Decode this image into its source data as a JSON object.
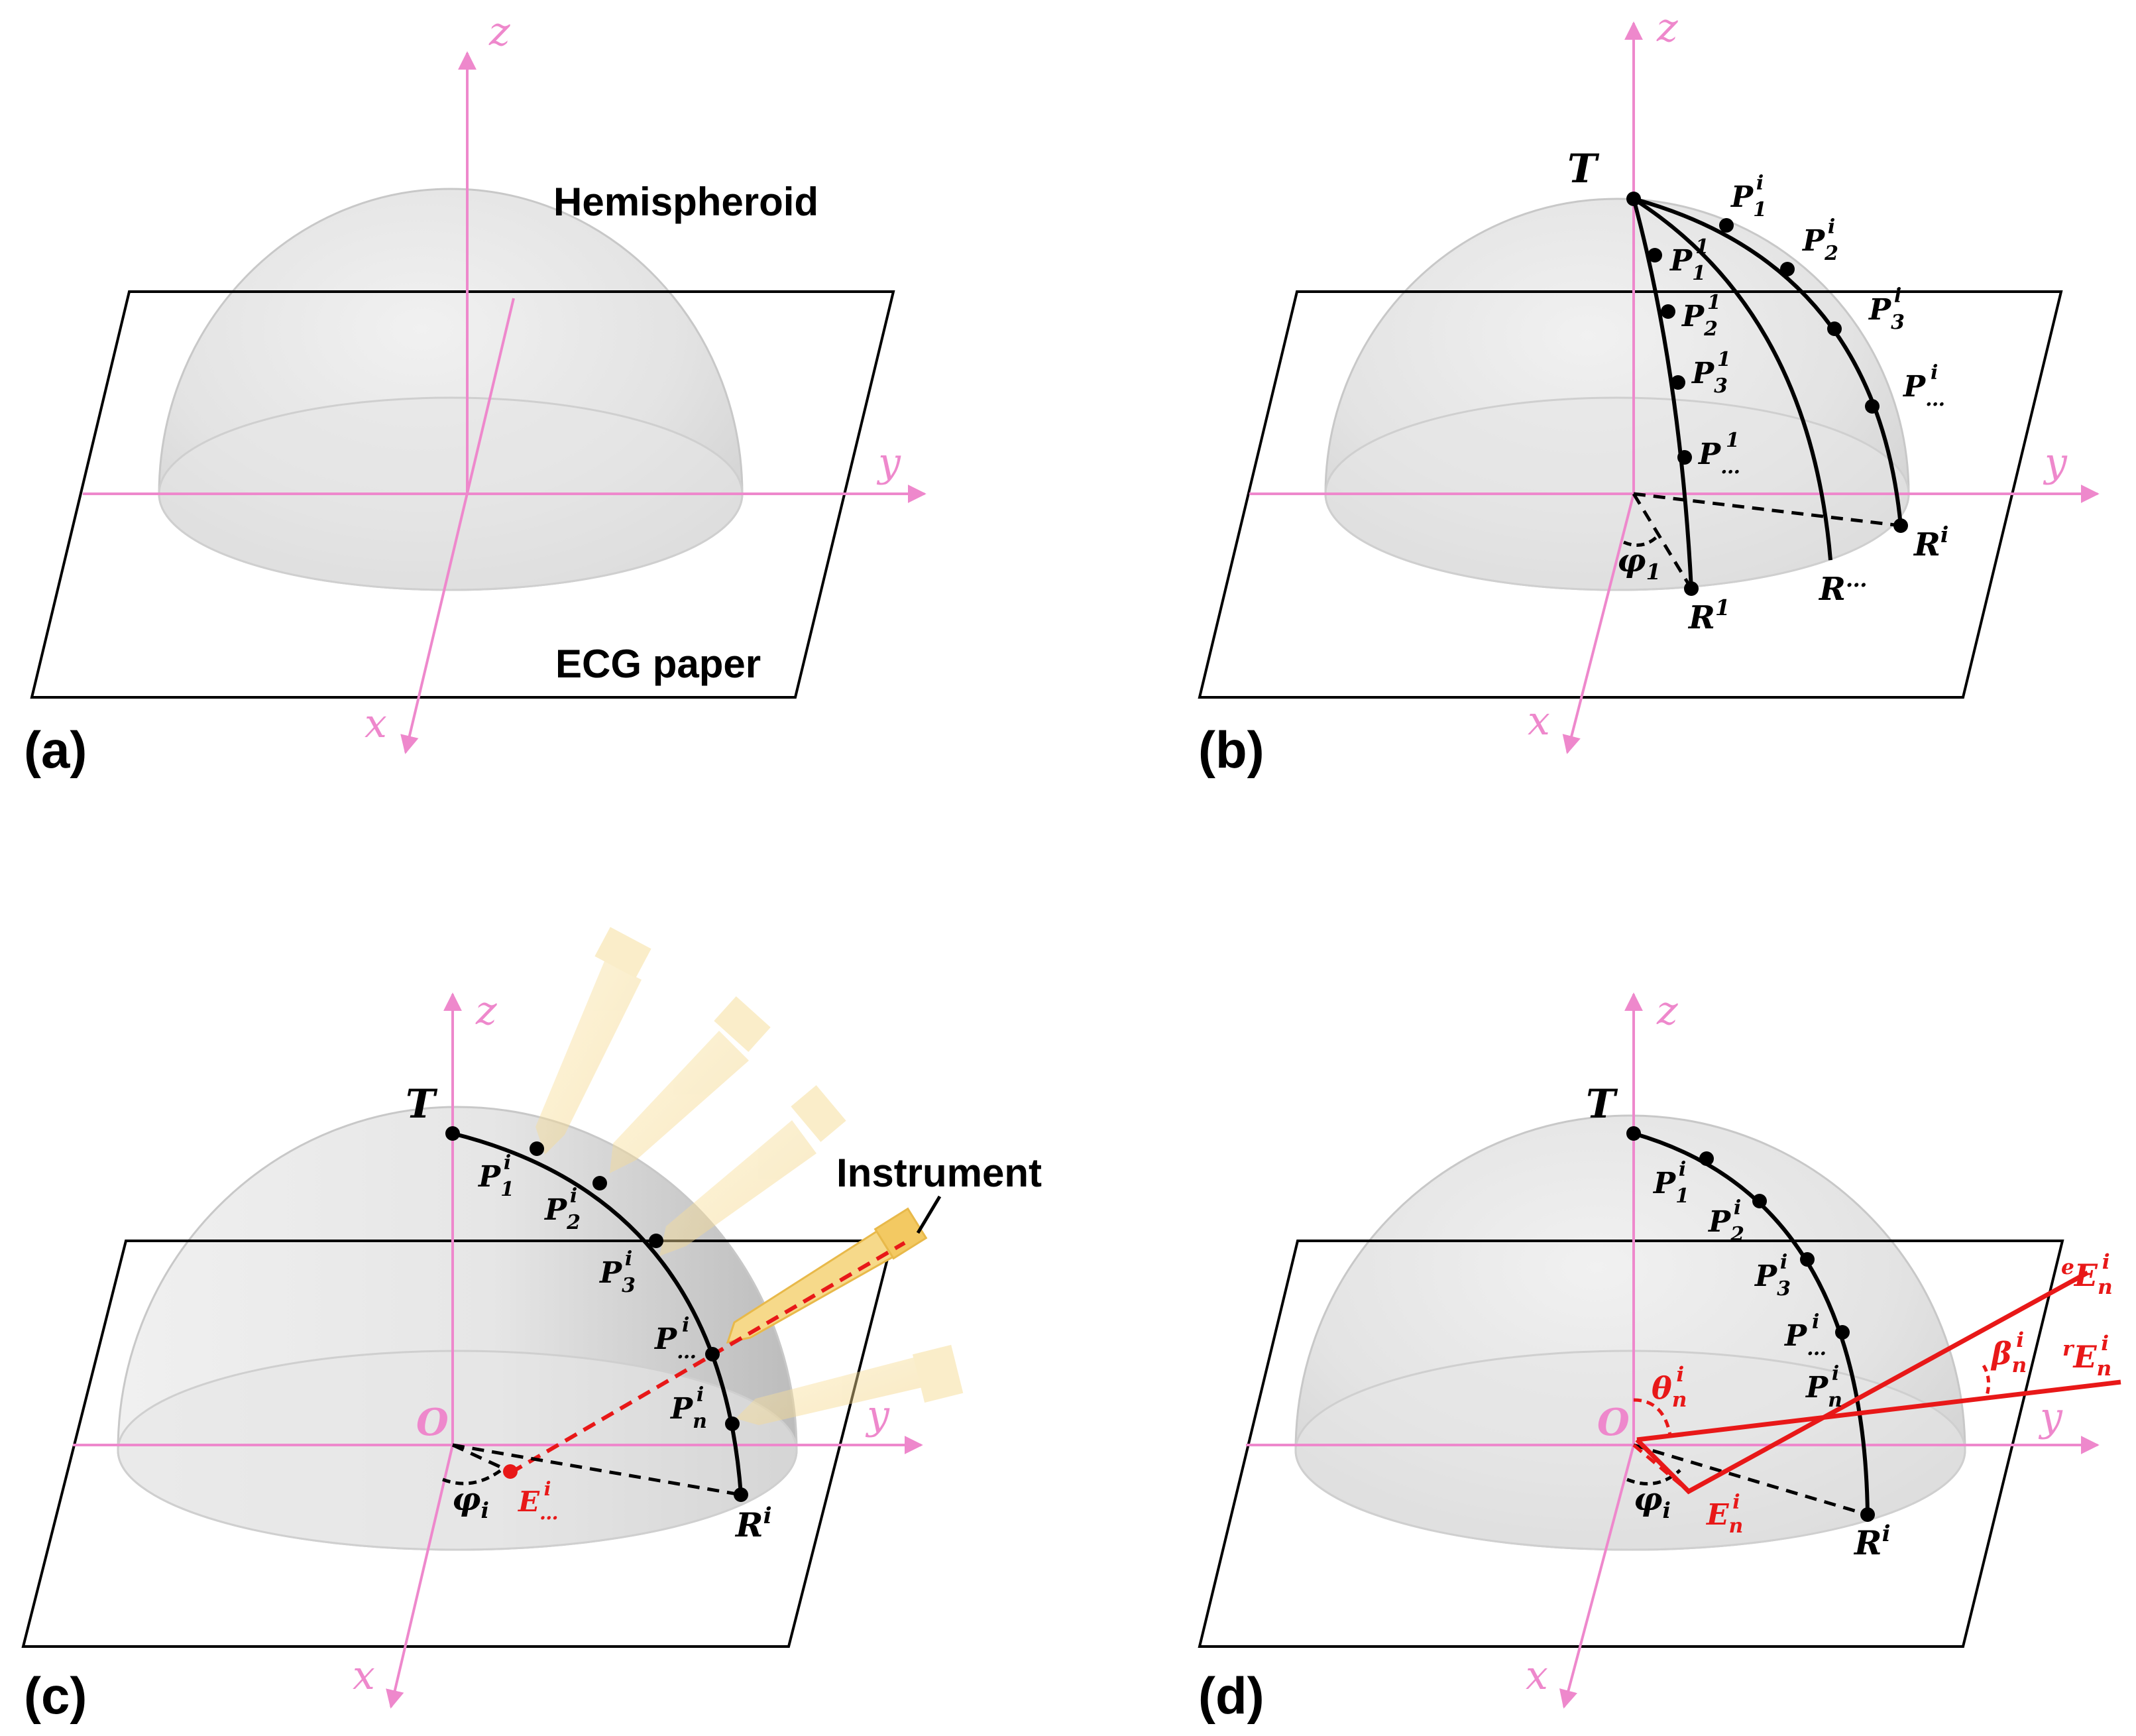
{
  "colors": {
    "axis": "#ee88cc",
    "curve": "#000000",
    "highlight": "#e81818",
    "instrument": "#f6d98a",
    "hemisphere": "#d9d9d9"
  },
  "panels": {
    "a": {
      "letter": "(a)",
      "axis_x": "x",
      "axis_y": "y",
      "axis_z": "z",
      "hemispheroid_label": "Hemispheroid",
      "paper_label": "ECG paper"
    },
    "b": {
      "letter": "(b)",
      "axis_x": "x",
      "axis_y": "y",
      "axis_z": "z",
      "T": "T",
      "P": "P",
      "R": "R",
      "phi": "φ",
      "sub_1": "1",
      "sub_2": "2",
      "sub_3": "3",
      "sub_dots": "…",
      "sup_1": "1",
      "sup_i": "i",
      "sup_dots": "…"
    },
    "c": {
      "letter": "(c)",
      "axis_x": "x",
      "axis_y": "y",
      "axis_z": "z",
      "O": "O",
      "T": "T",
      "P": "P",
      "R": "R",
      "E": "E",
      "phi": "φ",
      "instrument_label": "Instrument",
      "sub_1": "1",
      "sub_2": "2",
      "sub_3": "3",
      "sub_dots": "…",
      "sub_n": "n",
      "sub_i": "i",
      "sup_i": "i"
    },
    "d": {
      "letter": "(d)",
      "axis_x": "x",
      "axis_y": "y",
      "axis_z": "z",
      "O": "O",
      "T": "T",
      "P": "P",
      "R": "R",
      "E": "E",
      "theta": "θ",
      "beta": "β",
      "phi": "φ",
      "pre_e": "e",
      "pre_r": "r",
      "sub_1": "1",
      "sub_2": "2",
      "sub_3": "3",
      "sub_dots": "…",
      "sub_n": "n",
      "sub_i": "i",
      "sup_i": "i"
    }
  }
}
